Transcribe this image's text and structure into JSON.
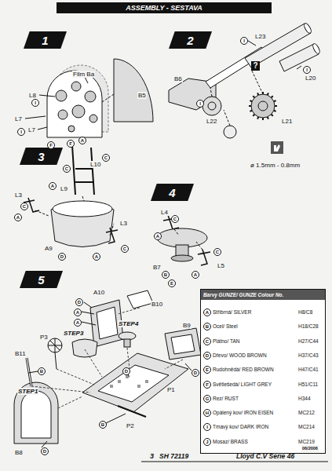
{
  "diagram": {
    "title": "ASSEMBLY - SESTAVA",
    "nodes": [
      {
        "text": [
          "1"
        ]
      },
      {
        "text": [
          "2"
        ]
      },
      {
        "text": [
          "3"
        ]
      },
      {
        "text": [
          "4"
        ]
      },
      {
        "text": [
          "5"
        ]
      },
      {
        "text": [
          "Barvy GUNZE/ GUNZE Colour No."
        ]
      }
    ],
    "labels": [
      "Film Ba",
      "B5",
      "L8",
      "L7",
      "L7",
      "I",
      "I",
      "F",
      "F",
      "L23",
      "I",
      "?",
      "L20",
      "I",
      "B6",
      "L22",
      "I",
      "L21",
      "ø 1.5mm - 0.8mm",
      "A",
      "C",
      "L10",
      "C",
      "A",
      "L9",
      "L3",
      "C",
      "A",
      "A9",
      "D",
      "L3",
      "C",
      "A",
      "L4",
      "C",
      "A",
      "B7",
      "B",
      "E",
      "L5",
      "C",
      "A",
      "D",
      "A10",
      "A",
      "A",
      "B10",
      "STEP3",
      "STEP4",
      "P3",
      "B11",
      "B",
      "B9",
      "D",
      "P1",
      "STEP1",
      "P2",
      "B",
      "B8",
      "D",
      "D",
      "3",
      "SH 72119",
      "Lloyd C.V Serie 46",
      "06/2006",
      "A",
      "B",
      "C",
      "D",
      "E",
      "F",
      "G",
      "H",
      "I",
      "J",
      "H8/C8",
      "H18/C28",
      "H27/C44",
      "H37/C43",
      "H47/C41",
      "H51/C11",
      "H344",
      "MC212",
      "MC214",
      "MC219"
    ],
    "legend": [
      {
        "text": "Stříbrná/ SILVER"
      },
      {
        "text": "Ocel/ Steel"
      },
      {
        "text": "Plátno/ TAN"
      },
      {
        "text": "Dřevo/ WOOD BROWN"
      },
      {
        "text": "Rudohnědá/ RED BROWN"
      },
      {
        "text": "Světlešedá/ LIGHT GREY"
      },
      {
        "text": "Rez/ RUST"
      },
      {
        "text": "Opálený kov/ IRON EISEN"
      },
      {
        "text": "Tmavý kov/ DARK IRON"
      },
      {
        "text": "Mosaz/ BRASS"
      }
    ]
  }
}
